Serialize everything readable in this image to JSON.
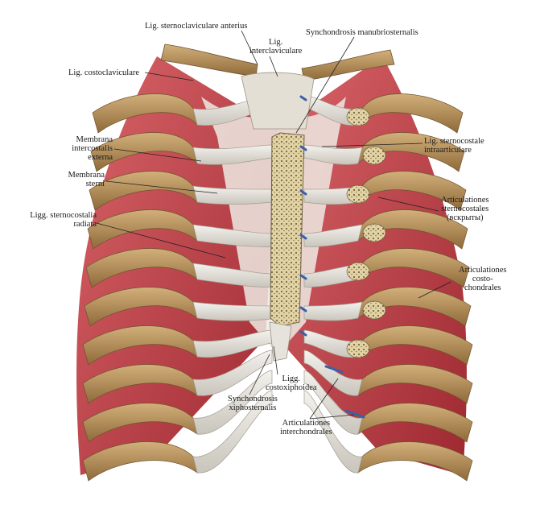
{
  "labels": {
    "lig_sternoclav_ant": "Lig. sternoclaviculare anterius",
    "lig_interclav": [
      "Lig.",
      "interclaviculare"
    ],
    "synch_manubrio": "Synchondrosis manubriosternalis",
    "lig_costoclav": "Lig. costoclaviculare",
    "membr_intercost": [
      "Membrana",
      "intercostalis",
      "externa"
    ],
    "membr_sterni": [
      "Membrana",
      "sterni"
    ],
    "ligg_sternocost_rad": [
      "Ligg. sternocostalia",
      "radiata"
    ],
    "lig_sternocost_intra": [
      "Lig. sternocostale",
      "intraarticulare"
    ],
    "artic_sternocost": [
      "Articulationes",
      "sternocostales",
      "(вскрыты)"
    ],
    "artic_costochond": [
      "Articulationes",
      "costo-",
      "chondrales"
    ],
    "ligg_costoxiph": [
      "Ligg.",
      "costoxiphoidea"
    ],
    "synch_xiphoster": [
      "Synchondrosis",
      "xiphosternalis"
    ],
    "artic_interchond": [
      "Articulationes",
      "interchondrales"
    ]
  },
  "colors": {
    "background": "#ffffff",
    "muscle": "#b8323a",
    "muscle_light": "#d9656a",
    "rib_bone": "#b8925a",
    "cartilage": "#e6e3dc",
    "sternum": "#d8c79a",
    "ligament_blue": "#3a5fa8",
    "leader": "#222222"
  }
}
